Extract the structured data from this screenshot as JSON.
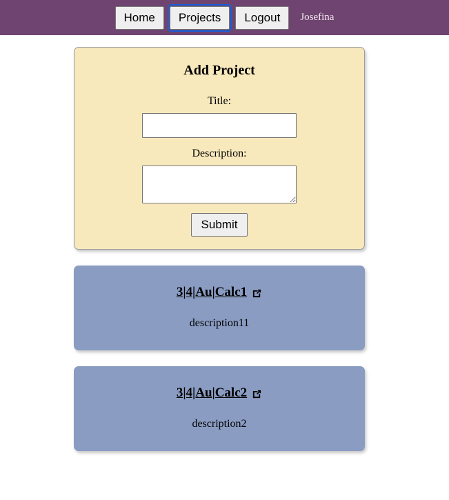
{
  "navbar": {
    "background_color": "#6f4470",
    "buttons": [
      {
        "label": "Home",
        "name": "nav-home",
        "focused": false
      },
      {
        "label": "Projects",
        "name": "nav-projects",
        "focused": true
      },
      {
        "label": "Logout",
        "name": "nav-logout",
        "focused": false
      }
    ],
    "username": "Josefina"
  },
  "form": {
    "title": "Add Project",
    "panel_color": "#f8e9bd",
    "title_label": "Title:",
    "title_value": "",
    "title_placeholder": "",
    "description_label": "Description:",
    "description_value": "",
    "description_placeholder": "",
    "submit_label": "Submit"
  },
  "projects": {
    "card_color": "#8a9cc2",
    "items": [
      {
        "title": "3|4|Au|Calc1",
        "description": "description11",
        "link_icon": "external-link-icon"
      },
      {
        "title": "3|4|Au|Calc2",
        "description": "description2",
        "link_icon": "external-link-icon"
      }
    ]
  }
}
